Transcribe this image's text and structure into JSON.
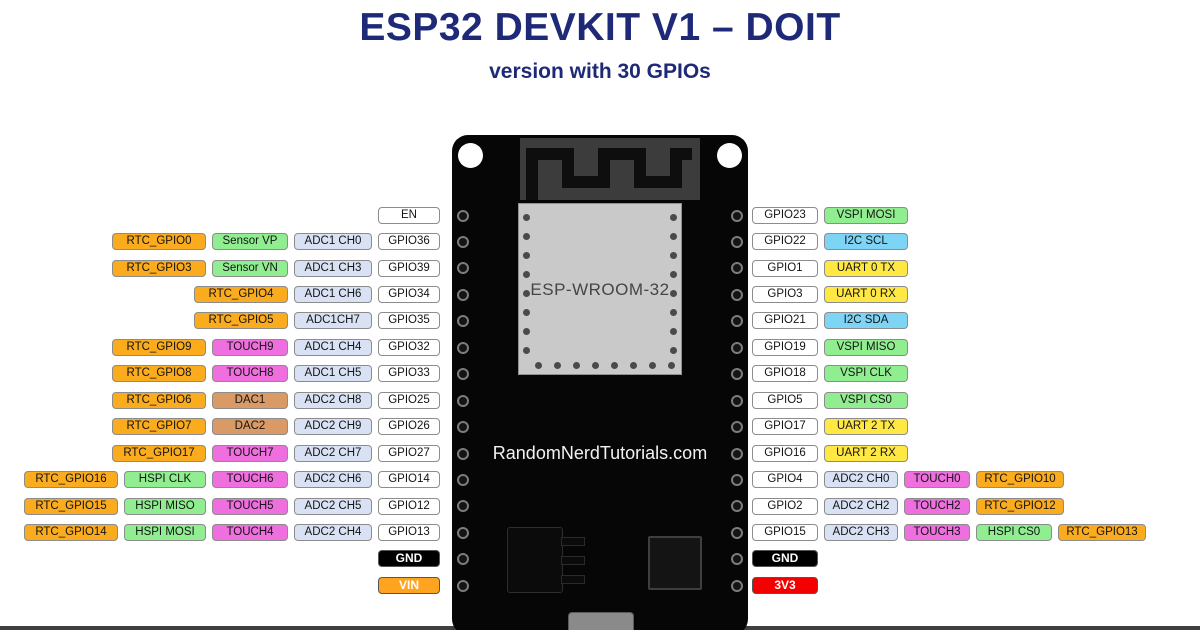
{
  "title": "ESP32 DEVKIT V1 – DOIT",
  "subtitle": "version with 30 GPIOs",
  "board": {
    "module_label": "ESP-WROOM-32",
    "watermark": "RandomNerdTutorials.com"
  },
  "colors": {
    "title": "#1e2a78",
    "rtc": "#faab1e",
    "spi": "#90ee90",
    "adc": "#d9e2f4",
    "gpio": "#ffffff",
    "touch": "#ef6fdf",
    "dac": "#d99a66",
    "uart": "#ffe843",
    "i2c": "#7dd4f5",
    "gnd": "#000000",
    "v33": "#f50000",
    "vin": "#ffa420"
  },
  "pins": {
    "left": [
      [
        {
          "label": "EN",
          "type": "gpio"
        }
      ],
      [
        {
          "label": "RTC_GPIO0",
          "type": "rtc"
        },
        {
          "label": "Sensor VP",
          "type": "sensor"
        },
        {
          "label": "ADC1 CH0",
          "type": "adc"
        },
        {
          "label": "GPIO36",
          "type": "gpio"
        }
      ],
      [
        {
          "label": "RTC_GPIO3",
          "type": "rtc"
        },
        {
          "label": "Sensor VN",
          "type": "sensor"
        },
        {
          "label": "ADC1 CH3",
          "type": "adc"
        },
        {
          "label": "GPIO39",
          "type": "gpio"
        }
      ],
      [
        {
          "label": "RTC_GPIO4",
          "type": "rtc"
        },
        {
          "label": "ADC1 CH6",
          "type": "adc"
        },
        {
          "label": "GPIO34",
          "type": "gpio"
        }
      ],
      [
        {
          "label": "RTC_GPIO5",
          "type": "rtc"
        },
        {
          "label": "ADC1CH7",
          "type": "adc"
        },
        {
          "label": "GPIO35",
          "type": "gpio"
        }
      ],
      [
        {
          "label": "RTC_GPIO9",
          "type": "rtc"
        },
        {
          "label": "TOUCH9",
          "type": "touch"
        },
        {
          "label": "ADC1 CH4",
          "type": "adc"
        },
        {
          "label": "GPIO32",
          "type": "gpio"
        }
      ],
      [
        {
          "label": "RTC_GPIO8",
          "type": "rtc"
        },
        {
          "label": "TOUCH8",
          "type": "touch"
        },
        {
          "label": "ADC1 CH5",
          "type": "adc"
        },
        {
          "label": "GPIO33",
          "type": "gpio"
        }
      ],
      [
        {
          "label": "RTC_GPIO6",
          "type": "rtc"
        },
        {
          "label": "DAC1",
          "type": "dac"
        },
        {
          "label": "ADC2 CH8",
          "type": "adc"
        },
        {
          "label": "GPIO25",
          "type": "gpio"
        }
      ],
      [
        {
          "label": "RTC_GPIO7",
          "type": "rtc"
        },
        {
          "label": "DAC2",
          "type": "dac"
        },
        {
          "label": "ADC2 CH9",
          "type": "adc"
        },
        {
          "label": "GPIO26",
          "type": "gpio"
        }
      ],
      [
        {
          "label": "RTC_GPIO17",
          "type": "rtc"
        },
        {
          "label": "TOUCH7",
          "type": "touch"
        },
        {
          "label": "ADC2 CH7",
          "type": "adc"
        },
        {
          "label": "GPIO27",
          "type": "gpio"
        }
      ],
      [
        {
          "label": "RTC_GPIO16",
          "type": "rtc"
        },
        {
          "label": "HSPI CLK",
          "type": "spi"
        },
        {
          "label": "TOUCH6",
          "type": "touch"
        },
        {
          "label": "ADC2 CH6",
          "type": "adc"
        },
        {
          "label": "GPIO14",
          "type": "gpio"
        }
      ],
      [
        {
          "label": "RTC_GPIO15",
          "type": "rtc"
        },
        {
          "label": "HSPI MISO",
          "type": "spi"
        },
        {
          "label": "TOUCH5",
          "type": "touch"
        },
        {
          "label": "ADC2 CH5",
          "type": "adc"
        },
        {
          "label": "GPIO12",
          "type": "gpio"
        }
      ],
      [
        {
          "label": "RTC_GPIO14",
          "type": "rtc"
        },
        {
          "label": "HSPI MOSI",
          "type": "spi"
        },
        {
          "label": "TOUCH4",
          "type": "touch"
        },
        {
          "label": "ADC2 CH4",
          "type": "adc"
        },
        {
          "label": "GPIO13",
          "type": "gpio"
        }
      ],
      [
        {
          "label": "GND",
          "type": "gnd"
        }
      ],
      [
        {
          "label": "VIN",
          "type": "vin"
        }
      ]
    ],
    "right": [
      [
        {
          "label": "GPIO23",
          "type": "gpio"
        },
        {
          "label": "VSPI MOSI",
          "type": "spi"
        }
      ],
      [
        {
          "label": "GPIO22",
          "type": "gpio"
        },
        {
          "label": "I2C SCL",
          "type": "i2c"
        }
      ],
      [
        {
          "label": "GPIO1",
          "type": "gpio"
        },
        {
          "label": "UART 0 TX",
          "type": "uart"
        }
      ],
      [
        {
          "label": "GPIO3",
          "type": "gpio"
        },
        {
          "label": "UART 0 RX",
          "type": "uart"
        }
      ],
      [
        {
          "label": "GPIO21",
          "type": "gpio"
        },
        {
          "label": "I2C SDA",
          "type": "i2c"
        }
      ],
      [
        {
          "label": "GPIO19",
          "type": "gpio"
        },
        {
          "label": "VSPI MISO",
          "type": "spi"
        }
      ],
      [
        {
          "label": "GPIO18",
          "type": "gpio"
        },
        {
          "label": "VSPI CLK",
          "type": "spi"
        }
      ],
      [
        {
          "label": "GPIO5",
          "type": "gpio"
        },
        {
          "label": "VSPI CS0",
          "type": "spi"
        }
      ],
      [
        {
          "label": "GPIO17",
          "type": "gpio"
        },
        {
          "label": "UART 2 TX",
          "type": "uart"
        }
      ],
      [
        {
          "label": "GPIO16",
          "type": "gpio"
        },
        {
          "label": "UART 2 RX",
          "type": "uart"
        }
      ],
      [
        {
          "label": "GPIO4",
          "type": "gpio"
        },
        {
          "label": "ADC2 CH0",
          "type": "adc"
        },
        {
          "label": "TOUCH0",
          "type": "touch"
        },
        {
          "label": "RTC_GPIO10",
          "type": "rtc"
        }
      ],
      [
        {
          "label": "GPIO2",
          "type": "gpio"
        },
        {
          "label": "ADC2 CH2",
          "type": "adc"
        },
        {
          "label": "TOUCH2",
          "type": "touch"
        },
        {
          "label": "RTC_GPIO12",
          "type": "rtc"
        }
      ],
      [
        {
          "label": "GPIO15",
          "type": "gpio"
        },
        {
          "label": "ADC2 CH3",
          "type": "adc"
        },
        {
          "label": "TOUCH3",
          "type": "touch"
        },
        {
          "label": "HSPI CS0",
          "type": "spi"
        },
        {
          "label": "RTC_GPIO13",
          "type": "rtc"
        }
      ],
      [
        {
          "label": "GND",
          "type": "gnd"
        }
      ],
      [
        {
          "label": "3V3",
          "type": "v33"
        }
      ]
    ]
  }
}
